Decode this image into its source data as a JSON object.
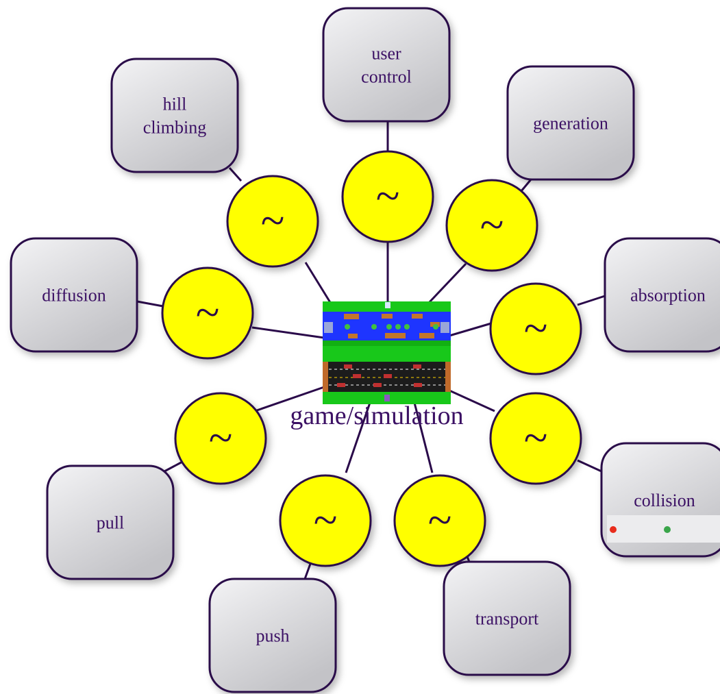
{
  "diagram": {
    "center": {
      "label": "game/simulation"
    },
    "connector_symbol": "~",
    "nodes": [
      {
        "id": "user-control",
        "lines": [
          "user",
          "control"
        ]
      },
      {
        "id": "generation",
        "lines": [
          "generation"
        ]
      },
      {
        "id": "absorption",
        "lines": [
          "absorption"
        ]
      },
      {
        "id": "collision",
        "lines": [
          "collision"
        ]
      },
      {
        "id": "transport",
        "lines": [
          "transport"
        ]
      },
      {
        "id": "push",
        "lines": [
          "push"
        ]
      },
      {
        "id": "pull",
        "lines": [
          "pull"
        ]
      },
      {
        "id": "diffusion",
        "lines": [
          "diffusion"
        ]
      },
      {
        "id": "hill-climbing",
        "lines": [
          "hill",
          "climbing"
        ]
      }
    ],
    "colors": {
      "connector_fill": "#ffff00",
      "stroke": "#2a0a4a",
      "box_fill_top": "#f2f2f4",
      "box_fill_bottom": "#c4c4c8",
      "text": "#3b1064"
    }
  }
}
